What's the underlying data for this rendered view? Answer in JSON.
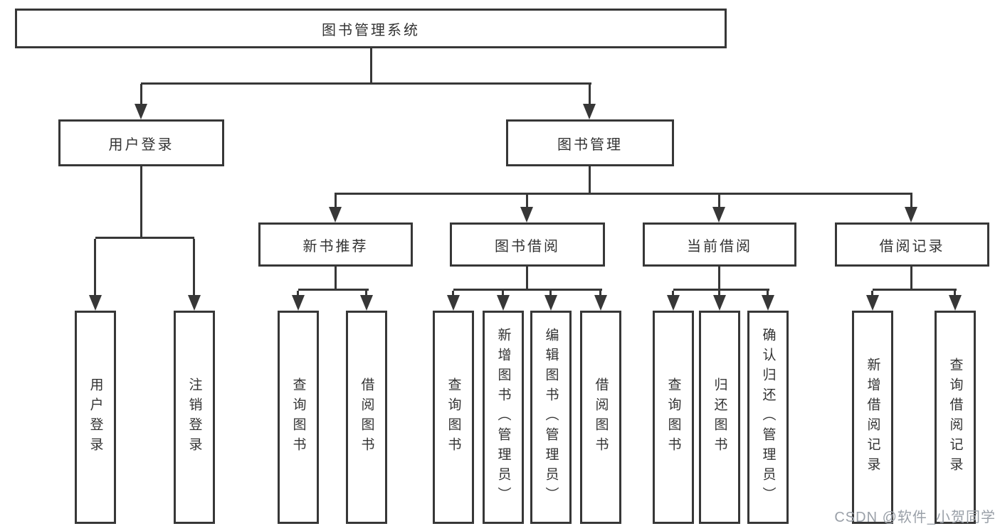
{
  "diagram": {
    "title": "图书管理系统",
    "root": {
      "label": "图书管理系统"
    },
    "level2": [
      {
        "id": "user-login",
        "label": "用户登录"
      },
      {
        "id": "book-management",
        "label": "图书管理"
      }
    ],
    "level3": [
      {
        "id": "new-book-recommend",
        "parent": "book-management",
        "label": "新书推荐"
      },
      {
        "id": "book-borrow",
        "parent": "book-management",
        "label": "图书借阅"
      },
      {
        "id": "current-borrow",
        "parent": "book-management",
        "label": "当前借阅"
      },
      {
        "id": "borrow-records",
        "parent": "book-management",
        "label": "借阅记录"
      }
    ],
    "level4": [
      {
        "parent": "user-login",
        "label": "用户登录"
      },
      {
        "parent": "user-login",
        "label": "注销登录"
      },
      {
        "parent": "new-book-recommend",
        "label": "查询图书"
      },
      {
        "parent": "new-book-recommend",
        "label": "借阅图书"
      },
      {
        "parent": "book-borrow",
        "label": "查询图书"
      },
      {
        "parent": "book-borrow",
        "label": "新增图书（管理员）"
      },
      {
        "parent": "book-borrow",
        "label": "编辑图书（管理员）"
      },
      {
        "parent": "book-borrow",
        "label": "借阅图书"
      },
      {
        "parent": "current-borrow",
        "label": "查询图书"
      },
      {
        "parent": "current-borrow",
        "label": "归还图书"
      },
      {
        "parent": "current-borrow",
        "label": "确认归还（管理员）"
      },
      {
        "parent": "borrow-records",
        "label": "新增借阅记录"
      },
      {
        "parent": "borrow-records",
        "label": "查询借阅记录"
      }
    ],
    "colors": {
      "line": "#373737",
      "box_border": "#373737",
      "text": "#333333",
      "background": "#ffffff",
      "watermark": "#9aa0a8"
    }
  },
  "watermark": {
    "text": "CSDN @软件_小贺同学"
  }
}
